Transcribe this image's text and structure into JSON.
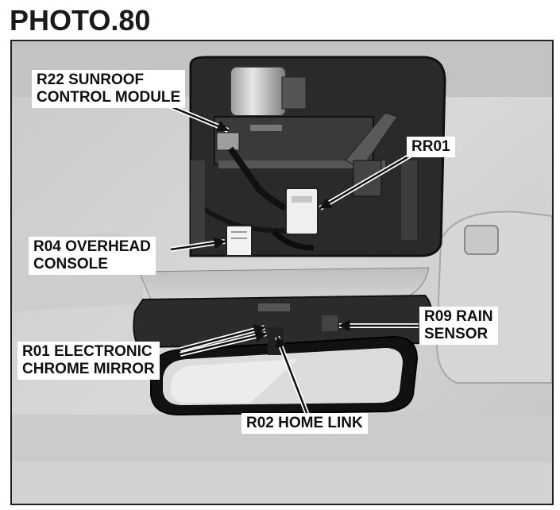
{
  "title": "PHOTO.80",
  "callouts": {
    "r22": {
      "line1": "R22 SUNROOF",
      "line2": "CONTROL MODULE"
    },
    "rr01": {
      "line1": "RR01"
    },
    "r04": {
      "line1": "R04 OVERHEAD",
      "line2": "CONSOLE"
    },
    "r09": {
      "line1": "R09 RAIN",
      "line2": "SENSOR"
    },
    "r01": {
      "line1": "R01 ELECTRONIC",
      "line2": "CHROME MIRROR"
    },
    "r02": {
      "line1": "R02 HOME LINK"
    }
  }
}
